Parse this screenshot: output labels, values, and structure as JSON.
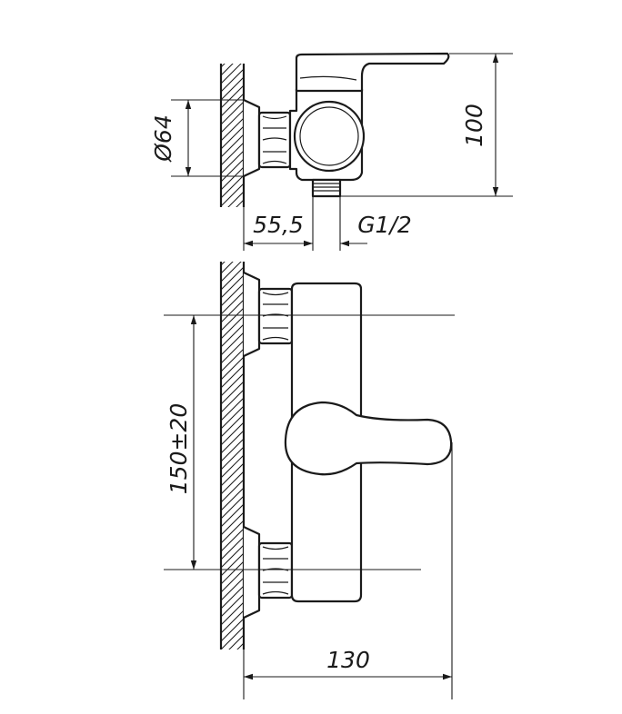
{
  "dimensions": {
    "diameter": "Ø64",
    "height": "100",
    "offset": "55,5",
    "thread": "G1/2",
    "spacing": "150±20",
    "width": "130"
  }
}
